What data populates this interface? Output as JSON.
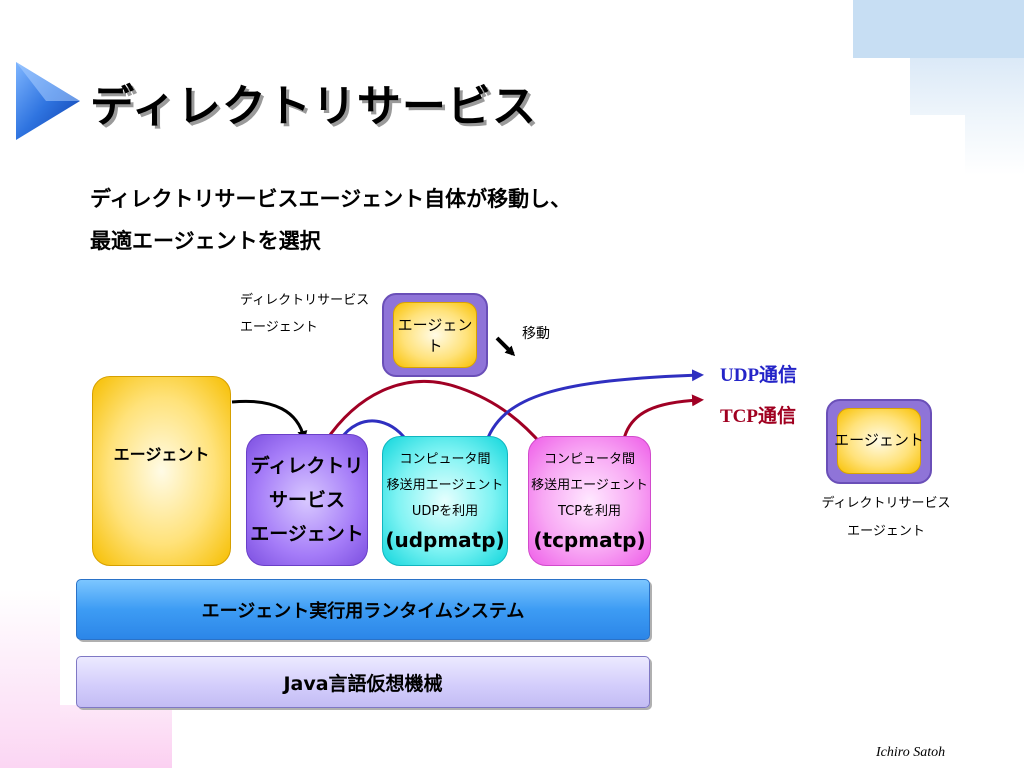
{
  "title": "ディレクトリサービス",
  "subtitle": {
    "line1": "ディレクトリサービスエージェント自体が移動し、",
    "line2": "最適エージェントを選択"
  },
  "moving_agent": {
    "caption_line1": "ディレクトリサービス",
    "caption_line2": "エージェント",
    "label": "エージェント",
    "move_label": "移動"
  },
  "main_agent": {
    "label": "エージェント"
  },
  "directory_agent": {
    "line1": "ディレクトリ",
    "line2": "サービス",
    "line3": "エージェント"
  },
  "udp_module": {
    "line1": "コンピュータ間",
    "line2": "移送用エージェント",
    "line3": "UDPを利用",
    "name": "(udpmatp)"
  },
  "tcp_module": {
    "line1": "コンピュータ間",
    "line2": "移送用エージェント",
    "line3": "TCPを利用",
    "name": "(tcpmatp)"
  },
  "channels": {
    "udp": "UDP通信",
    "tcp": "TCP通信"
  },
  "remote_agent": {
    "label": "エージェント",
    "caption_line1": "ディレクトリサービス",
    "caption_line2": "エージェント"
  },
  "runtime_bar": "エージェント実行用ランタイムシステム",
  "java_bar": "Java言語仮想機械",
  "author": "Ichiro Satoh",
  "colors": {
    "udp_arrow": "#2f2fc0",
    "tcp_arrow": "#a00024",
    "title_arrow": "#1f5fd0"
  }
}
